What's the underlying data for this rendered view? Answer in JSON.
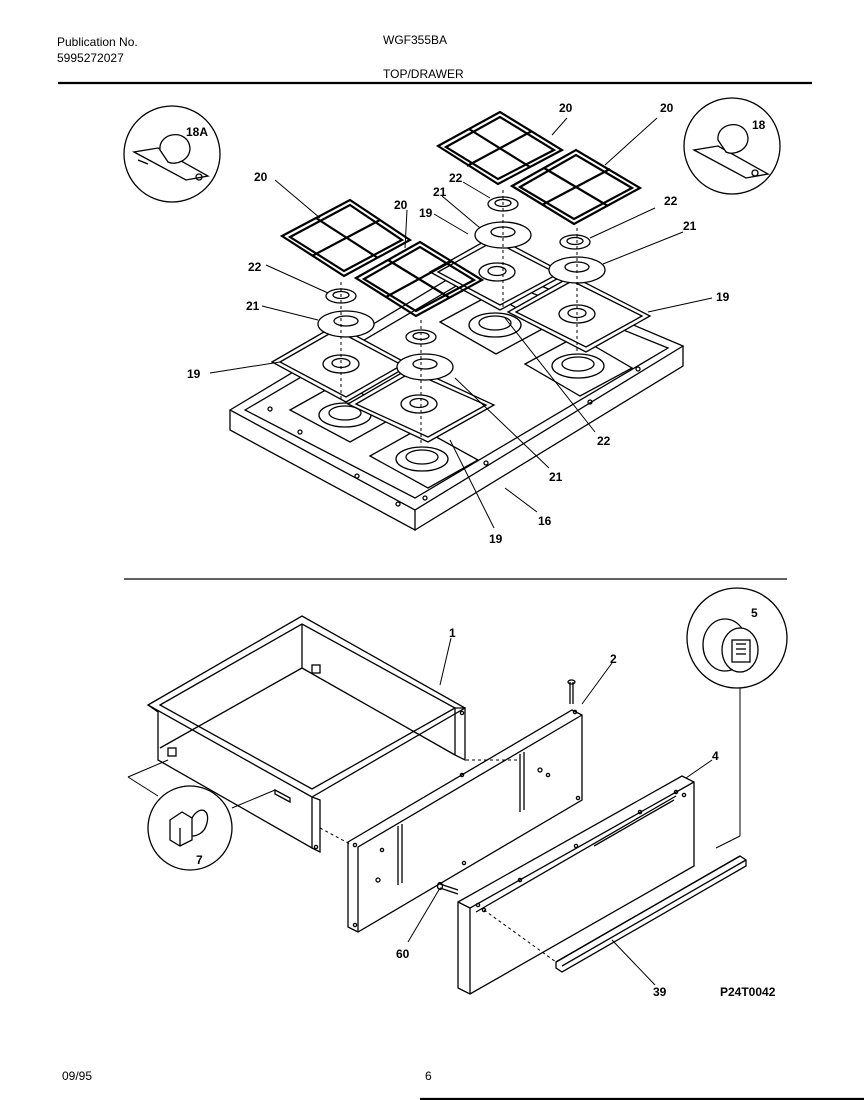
{
  "header": {
    "publication_label": "Publication No.",
    "publication_number": "5995272027",
    "model": "WGF355BA",
    "section": "TOP/DRAWER"
  },
  "footer": {
    "date": "09/95",
    "page": "6"
  },
  "figure_code": "P24T0042",
  "callouts": {
    "c18a": "18A",
    "c18": "18",
    "c20a": "20",
    "c20b": "20",
    "c20c": "20",
    "c20d": "20",
    "c22a": "22",
    "c22b": "22",
    "c22c": "22",
    "c22d": "22",
    "c21a": "21",
    "c21b": "21",
    "c21c": "21",
    "c21d": "21",
    "c19a": "19",
    "c19b": "19",
    "c19c": "19",
    "c19d": "19",
    "c16": "16",
    "c1": "1",
    "c2": "2",
    "c4": "4",
    "c5": "5",
    "c7": "7",
    "c39": "39",
    "c60": "60"
  }
}
